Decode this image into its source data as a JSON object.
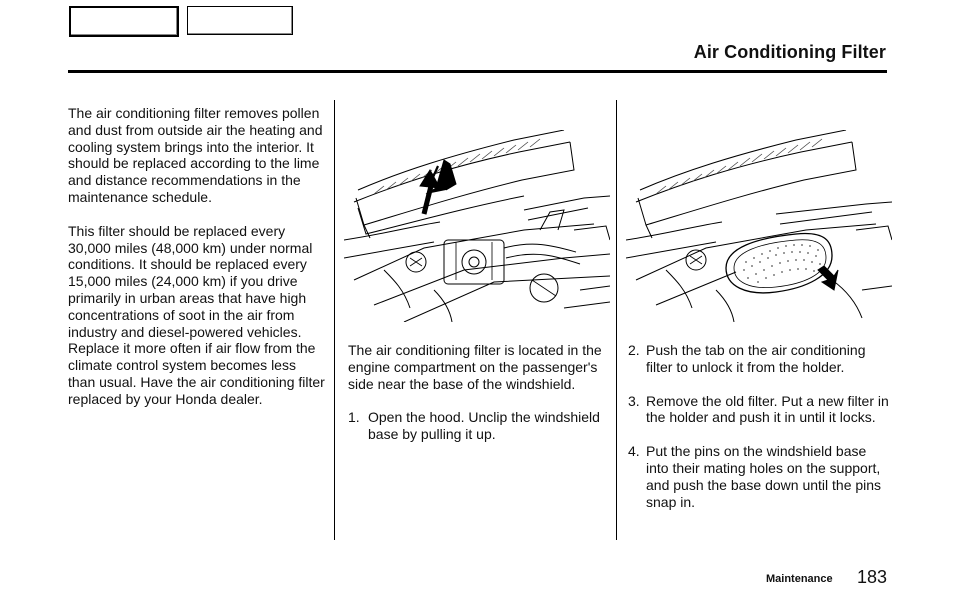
{
  "header": {
    "title": "Air Conditioning Filter"
  },
  "intro": {
    "paragraph_1": "The air conditioning filter removes pollen and dust from outside air the heating and cooling system brings into the interior. It should be replaced according to the lime and distance recommendations in the maintenance schedule.",
    "paragraph_2": "This filter should be replaced every 30,000 miles (48,000 km) under normal conditions. It should be replaced every 15,000 miles (24,000 km) if you drive primarily in urban areas that have high concentrations of soot in the air from industry and diesel-powered vehicles. Replace it more often if air flow from the climate control system becomes less than usual. Have the air conditioning filter replaced by your Honda dealer."
  },
  "location_text": "The air conditioning filter is located in the engine compartment on the passenger's side near the base of the windshield.",
  "steps": [
    {
      "number": "1.",
      "text": "Open the hood. Unclip the windshield base by pulling it up."
    },
    {
      "number": "2.",
      "text": "Push the tab on the air conditioning filter to unlock it from the holder."
    },
    {
      "number": "3.",
      "text": "Remove the old filter. Put a new filter in the holder and push it in until it locks."
    },
    {
      "number": "4.",
      "text": "Put the pins on the windshield base into their mating holes on the support, and push the base down until the pins snap in."
    }
  ],
  "footer": {
    "section": "Maintenance",
    "page_number": "183"
  }
}
